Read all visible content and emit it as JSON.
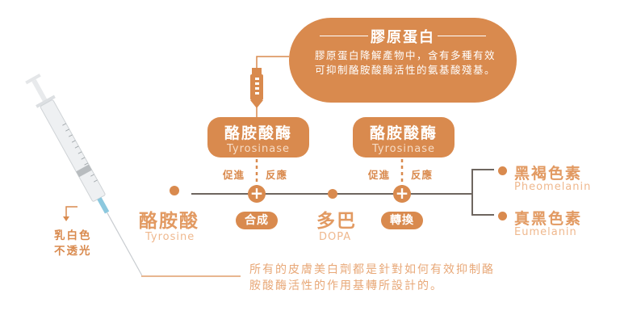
{
  "collagen": {
    "title": "膠原蛋白",
    "body": "膠原蛋白降解產物中，含有多種有效可抑制酪胺酸酶活性的氨基酸殘基。"
  },
  "enzymes": [
    {
      "zh": "酪胺酸酶",
      "en": "Tyrosinase",
      "left": "促進",
      "right": "反應",
      "action": "合成"
    },
    {
      "zh": "酪胺酸酶",
      "en": "Tyrosinase",
      "left": "促進",
      "right": "反應",
      "action": "轉換"
    }
  ],
  "substrates": [
    {
      "zh": "酪胺酸",
      "en": "Tyrosine"
    },
    {
      "zh": "多巴",
      "en": "DOPA"
    }
  ],
  "products": [
    {
      "zh": "黑褐色素",
      "en": "Pheomelanin"
    },
    {
      "zh": "真黑色素",
      "en": "Eumelanin"
    }
  ],
  "syringe_label": {
    "line1": "乳白色",
    "line2": "不透光"
  },
  "footnote": {
    "line1": "所有的皮膚美白劑都是針對如何有效抑制酪",
    "line2": "胺酸酶活性的作用基轉所設計的。"
  },
  "colors": {
    "accent": "#d98a4e",
    "light": "#e8a878",
    "line": "#6e6660"
  }
}
